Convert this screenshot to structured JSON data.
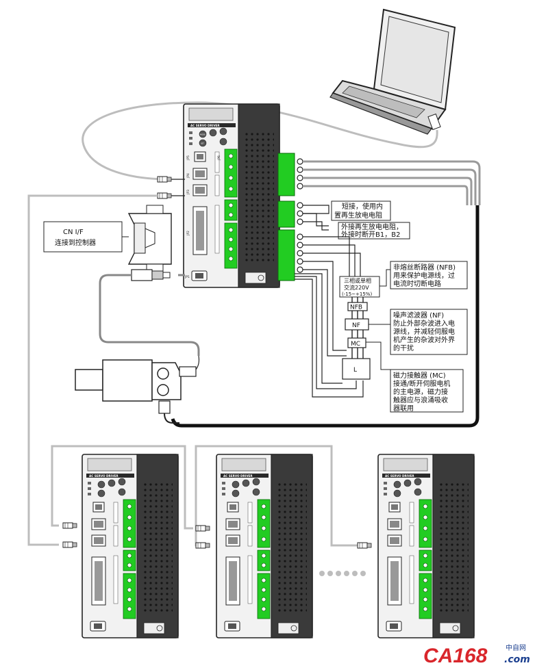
{
  "callouts": {
    "cn_if_line1": "CN I/F",
    "cn_if_line2": "连接到控制器",
    "short_line1": "短接，使用内",
    "short_line2": "置再生放电电阻",
    "ext_line1": "外接再生放电电阻，",
    "ext_line2": "外接时断开B1，B2",
    "supply_line1": "三相或单相",
    "supply_line2": "交流220V",
    "supply_line3": "(-15~+15%)",
    "nfb_line1": "非熔丝断路器 (NFB)",
    "nfb_line2": "用来保护电源线，过",
    "nfb_line3": "电流时切断电路",
    "nf_line1": "噪声滤波器 (NF)",
    "nf_line2": "防止外部杂波进入电",
    "nf_line3": "源线，并减轻伺服电",
    "nf_line4": "机产生的杂波对外界",
    "nf_line5": "的干扰",
    "mc_line1": "磁力接触器 (MC)",
    "mc_line2": "接通/断开伺服电机",
    "mc_line3": "的主电源，磁力接",
    "mc_line4": "触器应与浪涌吸收",
    "mc_line5": "器联用"
  },
  "components": {
    "nfb": "NFB",
    "nf": "NF",
    "mc": "MC",
    "l": "L"
  },
  "driver": {
    "brand_text": "AC SERVO DRIVER",
    "jp5": "JP5",
    "jp4": "JP4",
    "jp3": "JP3",
    "jp2": "JP2",
    "jp1": "JP1",
    "jp6": "JP6",
    "btn_mode": "MODE",
    "btn_set": "SET"
  },
  "watermark": {
    "logo": "CA168",
    "cn": "中自网",
    "domain": ".com"
  },
  "colors": {
    "terminal_green": "#22cc22",
    "heatsink_dark": "#3a3a3a",
    "watermark_red": "#d9262b",
    "watermark_blue": "#1b3f8f"
  }
}
